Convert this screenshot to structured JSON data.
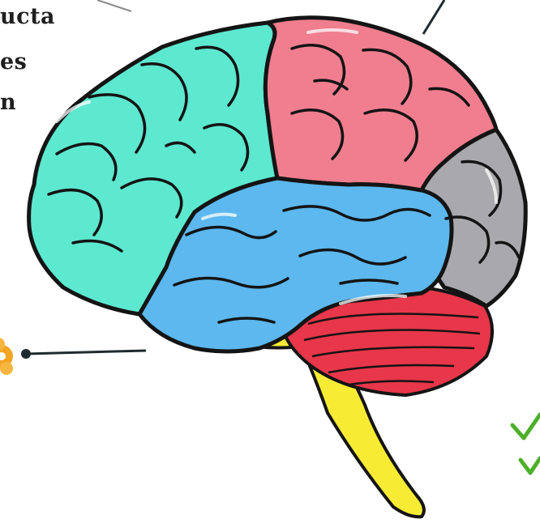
{
  "text_fragments": [
    "ucta",
    "es",
    "n"
  ],
  "regions": [
    {
      "name": "frontal-lobe",
      "color": "#5de8d0"
    },
    {
      "name": "parietal-lobe",
      "color": "#f07e8f"
    },
    {
      "name": "occipital-lobe",
      "color": "#a9a9ad"
    },
    {
      "name": "temporal-lobe",
      "color": "#5cb8ee"
    },
    {
      "name": "cerebellum",
      "color": "#e8364a"
    },
    {
      "name": "brainstem",
      "color": "#f7ec33"
    }
  ],
  "marks": {
    "line_color": "#1e2a2e",
    "check_color": "#4caf2a",
    "flower_color": "#f5a524",
    "outline_color": "#141414"
  },
  "icons": [
    "checkmark-icon",
    "flower-icon"
  ]
}
